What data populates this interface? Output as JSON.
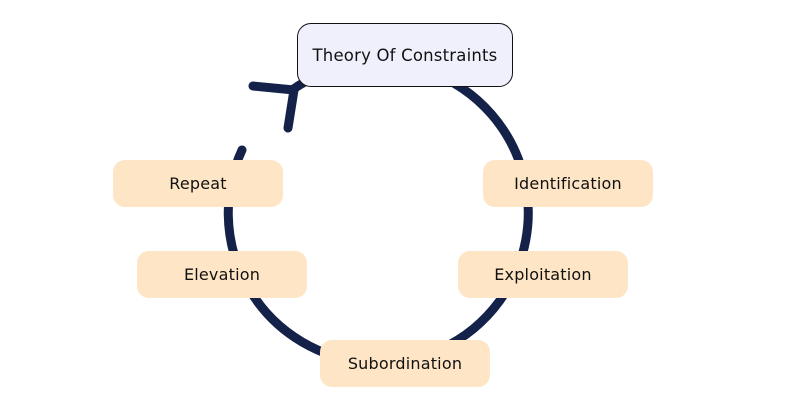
{
  "colors": {
    "background": "#ffffff",
    "cycle_stroke": "#14224a",
    "title_fill": "#f0effc",
    "title_border": "#111111",
    "step_fill": "#fde5c5",
    "text": "#111111"
  },
  "title": "Theory Of Constraints",
  "steps": [
    {
      "label": "Identification"
    },
    {
      "label": "Exploitation"
    },
    {
      "label": "Subordination"
    },
    {
      "label": "Elevation"
    },
    {
      "label": "Repeat"
    }
  ]
}
